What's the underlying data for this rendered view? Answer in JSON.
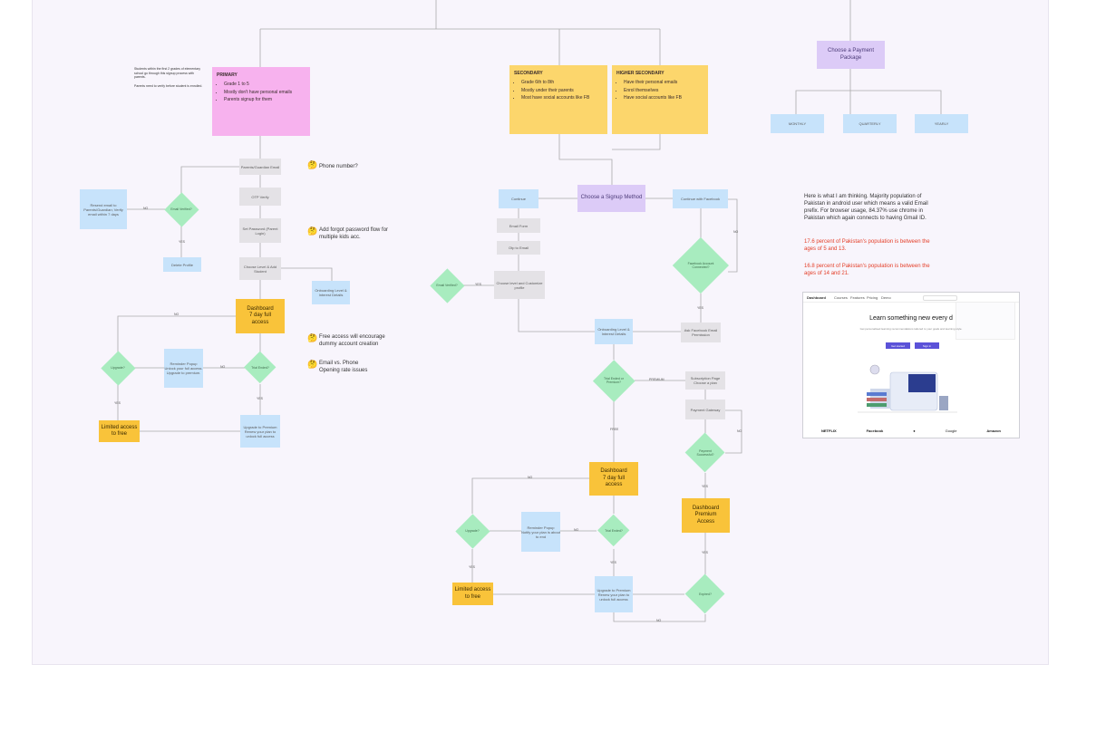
{
  "colors": {
    "grey": "#e4e2e6",
    "blue": "#c7e3fb",
    "green": "#a8ecbf",
    "orange": "#f9c33a",
    "purple": "#dccbf7",
    "pink": "#f7b2ee",
    "yellow": "#fcd66c",
    "line": "#aaaaaa"
  },
  "cards": {
    "primary": {
      "title": "PRIMARY",
      "items": [
        "Grade 1 to 5",
        "Mostly don't have personal emails",
        "Parents signup for them"
      ],
      "footer": ""
    },
    "secondary": {
      "title": "SECONDARY",
      "items": [
        "Grade 6th to 8th",
        "Mostly under their parents",
        "Most have social accounts like FB"
      ],
      "footer": ""
    },
    "higher": {
      "title": "HIGHER SECONDARY",
      "items": [
        "Have their personal emails",
        "Enrol themselves",
        "Have social accounts like FB"
      ],
      "footer": ""
    }
  },
  "top": {
    "choose_payment": "Choose a Payment Package",
    "plan_1": "MONTHLY",
    "plan_2": "QUARTERLY",
    "plan_3": "YEARLY"
  },
  "left": {
    "g1": "Parents/Guardian Email",
    "g2": "OTP Verify",
    "g3": "Set Password (Parent Login)",
    "g4": "Choose Level & Add Student",
    "b_onboard": "Onboarding Level & Interest Details",
    "b_resend": "Resend email to Parents/Guardian; Verify email within 7 days",
    "b_delete": "Delete Profile",
    "d_email": "Email Verified?",
    "dash": "Dashboard\n7 day full\naccess",
    "b_reminder": "Reminder Popup\nUnlock your full access. Upgrade to premium.",
    "d_trial": "Trial Ended?",
    "d_upgrade": "Upgrade?",
    "b_upgrade": "Upgrade to Premium\nRenew your plan to unlock full access",
    "o_limited": "Limited access to free"
  },
  "mid": {
    "choose_signup": "Choose a Signup Method",
    "b_email": "Continue",
    "b_social": "Continue with Facebook",
    "g1": "Email Form",
    "g2": "Otp to Email",
    "g3": "Choose level and Customize profile",
    "d_verify": "Email Verified?",
    "b_onboard": "Onboarding Level & Interest Details",
    "d_fbok": "Facebook Account Connected?",
    "g_fbstep": "Ask Facebook Email Permission",
    "d_trial": "Trial Ended or Premium?",
    "g_sub": "Subscription Page Choose a plan",
    "g_pay": "Payment Gateway",
    "d_payok": "Payment Successful?",
    "dash": "Dashboard\n7 day full\naccess",
    "dash_prem": "Dashboard\nPremium\nAccess",
    "b_reminder": "Reminder Popup\nNotify your plan is about to end",
    "d_trial2": "Trial Ended?",
    "d_upgrade": "Upgrade?",
    "b_upgrade": "Upgrade to Premium\nRenew your plan to unlock full access",
    "o_limited": "Limited access to free",
    "d_expired": "Expired?"
  },
  "edges": {
    "yes": "YES",
    "no": "NO",
    "premium": "PREMIUM",
    "free": "FREE"
  },
  "notes": {
    "small": "Students within the first 2 grades of elementary school go through this signup process with parents.\n\nParents need to verify before student is enrolled.",
    "phone_otp": "Phone number?",
    "forgot": "Add forgot password flow for multiple kids acc.",
    "free": "Free access will encourage dummy account creation",
    "email_phone": "Email vs. Phone\nOpening rate issues"
  },
  "insight": {
    "text": "Here is what I am thinking. Majority population of Pakistan in android user which means a valid Email prefix. For browser usage, 84.37% use chrome in Pakistan which again connects to having Gmail ID.",
    "stat1": "17.6 percent of Pakistan's population is between the ages of 5 and 13.",
    "stat2": "16.8 percent of Pakistan's population is between the ages of 14 and 21."
  },
  "website": {
    "brand": "Dashboard",
    "nav": [
      "Courses",
      "Features",
      "Pricing",
      "Demo"
    ],
    "headline": "Learn something new every d",
    "sub": "Get personalised learning recommendations tailored to your goals and learning style.",
    "btn1": "Get started",
    "btn2": "Sign in",
    "logos": [
      "NETFLIX",
      "Facebook",
      "",
      "Google",
      "Amazon"
    ]
  }
}
